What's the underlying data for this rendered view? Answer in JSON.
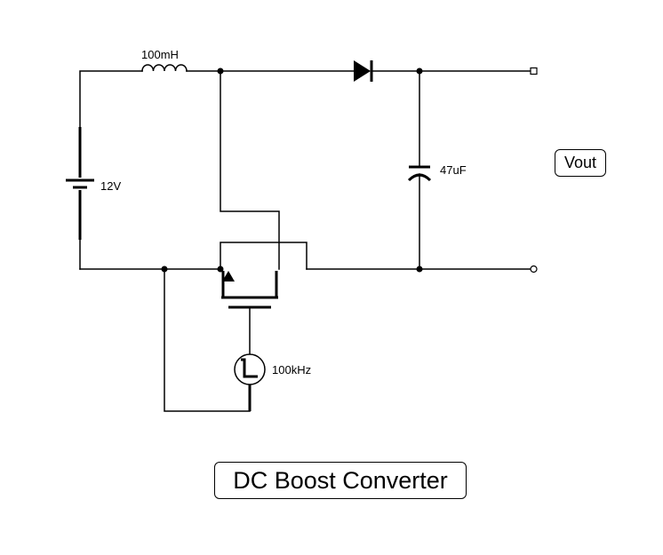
{
  "title": "DC Boost Converter",
  "output_label": "Vout",
  "components": {
    "inductor": "100mH",
    "battery": "12V",
    "capacitor": "47uF",
    "clock_source": "100kHz"
  }
}
